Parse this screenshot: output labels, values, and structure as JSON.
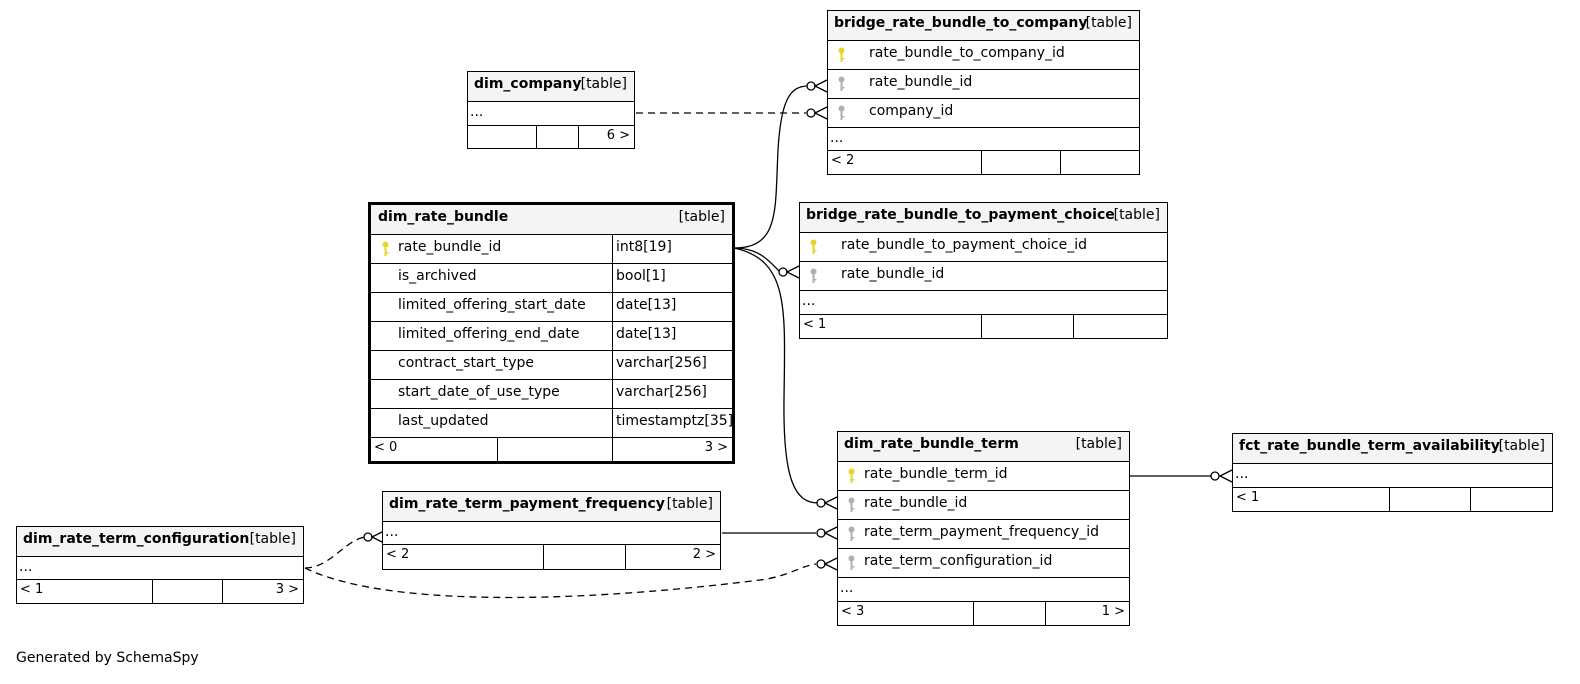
{
  "colors": {
    "pk_key": "#e3d82a",
    "fk_key": "#b0b0b0",
    "header_bg": "#f4f4f4"
  },
  "footer": "Generated by SchemaSpy",
  "tables": {
    "bridge_company": {
      "name": "bridge_rate_bundle_to_company",
      "type": "[table]",
      "columns": [
        {
          "name": "rate_bundle_to_company_id",
          "key": "pk"
        },
        {
          "name": "rate_bundle_id",
          "key": "fk"
        },
        {
          "name": "company_id",
          "key": "fk"
        }
      ],
      "ellipsis": "...",
      "parents": "< 2",
      "children": ""
    },
    "dim_company": {
      "name": "dim_company",
      "type": "[table]",
      "ellipsis": "...",
      "parents": "",
      "children": "6 >"
    },
    "dim_rate_bundle": {
      "name": "dim_rate_bundle",
      "type": "[table]",
      "columns": [
        {
          "name": "rate_bundle_id",
          "datatype": "int8[19]",
          "key": "pk"
        },
        {
          "name": "is_archived",
          "datatype": "bool[1]",
          "key": ""
        },
        {
          "name": "limited_offering_start_date",
          "datatype": "date[13]",
          "key": ""
        },
        {
          "name": "limited_offering_end_date",
          "datatype": "date[13]",
          "key": ""
        },
        {
          "name": "contract_start_type",
          "datatype": "varchar[256]",
          "key": ""
        },
        {
          "name": "start_date_of_use_type",
          "datatype": "varchar[256]",
          "key": ""
        },
        {
          "name": "last_updated",
          "datatype": "timestamptz[35]",
          "key": ""
        }
      ],
      "parents": "< 0",
      "children": "3 >"
    },
    "bridge_payment": {
      "name": "bridge_rate_bundle_to_payment_choice",
      "type": "[table]",
      "columns": [
        {
          "name": "rate_bundle_to_payment_choice_id",
          "key": "pk"
        },
        {
          "name": "rate_bundle_id",
          "key": "fk"
        }
      ],
      "ellipsis": "...",
      "parents": "< 1",
      "children": ""
    },
    "dim_term": {
      "name": "dim_rate_bundle_term",
      "type": "[table]",
      "columns": [
        {
          "name": "rate_bundle_term_id",
          "key": "pk"
        },
        {
          "name": "rate_bundle_id",
          "key": "fk"
        },
        {
          "name": "rate_term_payment_frequency_id",
          "key": "fk"
        },
        {
          "name": "rate_term_configuration_id",
          "key": "fk"
        }
      ],
      "ellipsis": "...",
      "parents": "< 3",
      "children": "1 >"
    },
    "fct_avail": {
      "name": "fct_rate_bundle_term_availability",
      "type": "[table]",
      "ellipsis": "...",
      "parents": "< 1",
      "children": ""
    },
    "dim_payfreq": {
      "name": "dim_rate_term_payment_frequency",
      "type": "[table]",
      "ellipsis": "...",
      "parents": "< 2",
      "children": "2 >"
    },
    "dim_config": {
      "name": "dim_rate_term_configuration",
      "type": "[table]",
      "ellipsis": "...",
      "parents": "< 1",
      "children": "3 >"
    }
  }
}
